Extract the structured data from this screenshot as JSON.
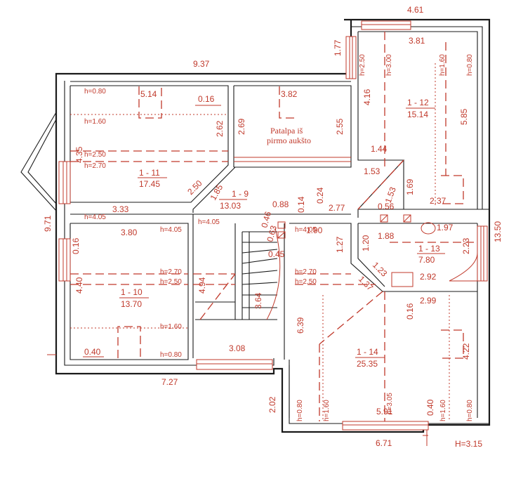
{
  "plan": {
    "height_total": "H=3.15",
    "outer_dims": [
      "4.61",
      "9.37",
      "1.77",
      "9.71",
      "13.50",
      "7.27",
      "2.02",
      "6.71"
    ],
    "rooms": [
      {
        "id": "1-9",
        "num": "1 - 9",
        "area": "13.03"
      },
      {
        "id": "1-10",
        "num": "1 - 10",
        "area": "13.70"
      },
      {
        "id": "1-11",
        "num": "1 - 11",
        "area": "17.45"
      },
      {
        "id": "1-12",
        "num": "1 - 12",
        "area": "15.14"
      },
      {
        "id": "1-13",
        "num": "1 - 13",
        "area": "7.80"
      },
      {
        "id": "1-14",
        "num": "1 - 14",
        "area": "25.35"
      }
    ],
    "room_note": [
      "Patalpa iš",
      "pirmo aukšto"
    ],
    "inner_dims": {
      "r11": [
        "5.14",
        "0.16",
        "2.62",
        "4.35",
        "3.33",
        "2.50",
        "1.85"
      ],
      "r_note": [
        "3.82",
        "2.69",
        "2.55"
      ],
      "r12": [
        "3.81",
        "4.16",
        "5.85",
        "1.44",
        "1.53",
        "1.53",
        "1.69",
        "2.37"
      ],
      "r9": [
        "0.88",
        "0.14",
        "0.24",
        "2.77",
        "0.56",
        "0.46",
        "0.63",
        "0.45",
        "4.94",
        "3.64",
        "3.08"
      ],
      "r10": [
        "3.80",
        "0.16",
        "4.40",
        "0.40"
      ],
      "r13": [
        "1.88",
        "1.97",
        "1.90",
        "1.27",
        "1.20",
        "1.23",
        "1.37",
        "2.23",
        "2.92"
      ],
      "r14": [
        "2.99",
        "0.16",
        "4.22",
        "6.39",
        "5.91",
        "0.40"
      ]
    },
    "heights": {
      "r11": [
        "h=0.80",
        "h=1.60",
        "h=2.50",
        "h=2.70",
        "h=4.05"
      ],
      "r12": [
        "h=2.50",
        "h=3.00",
        "h=1.60",
        "h=0.80"
      ],
      "r9": [
        "h=4.05",
        "h=4.05"
      ],
      "r10": [
        "h=4.05",
        "h=2.70",
        "h=2.50",
        "h=1.60",
        "h=0.80"
      ],
      "r14": [
        "h=2.70",
        "h=2.50",
        "h=0.80",
        "h=1.60",
        "h=3.05",
        "h=1.60",
        "h=0.80"
      ]
    }
  }
}
